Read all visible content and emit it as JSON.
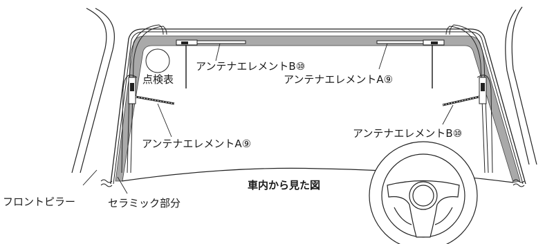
{
  "labels": {
    "element_b_top": "アンテナエレメントB⑩",
    "element_a_top": "アンテナエレメントA⑨",
    "element_a_left": "アンテナエレメントA⑨",
    "element_b_right": "アンテナエレメントB⑩",
    "inspection_mark": "点検表",
    "front_pillar": "フロントピラー",
    "ceramic_part": "セラミック部分",
    "view_title": "車内から見た図"
  }
}
